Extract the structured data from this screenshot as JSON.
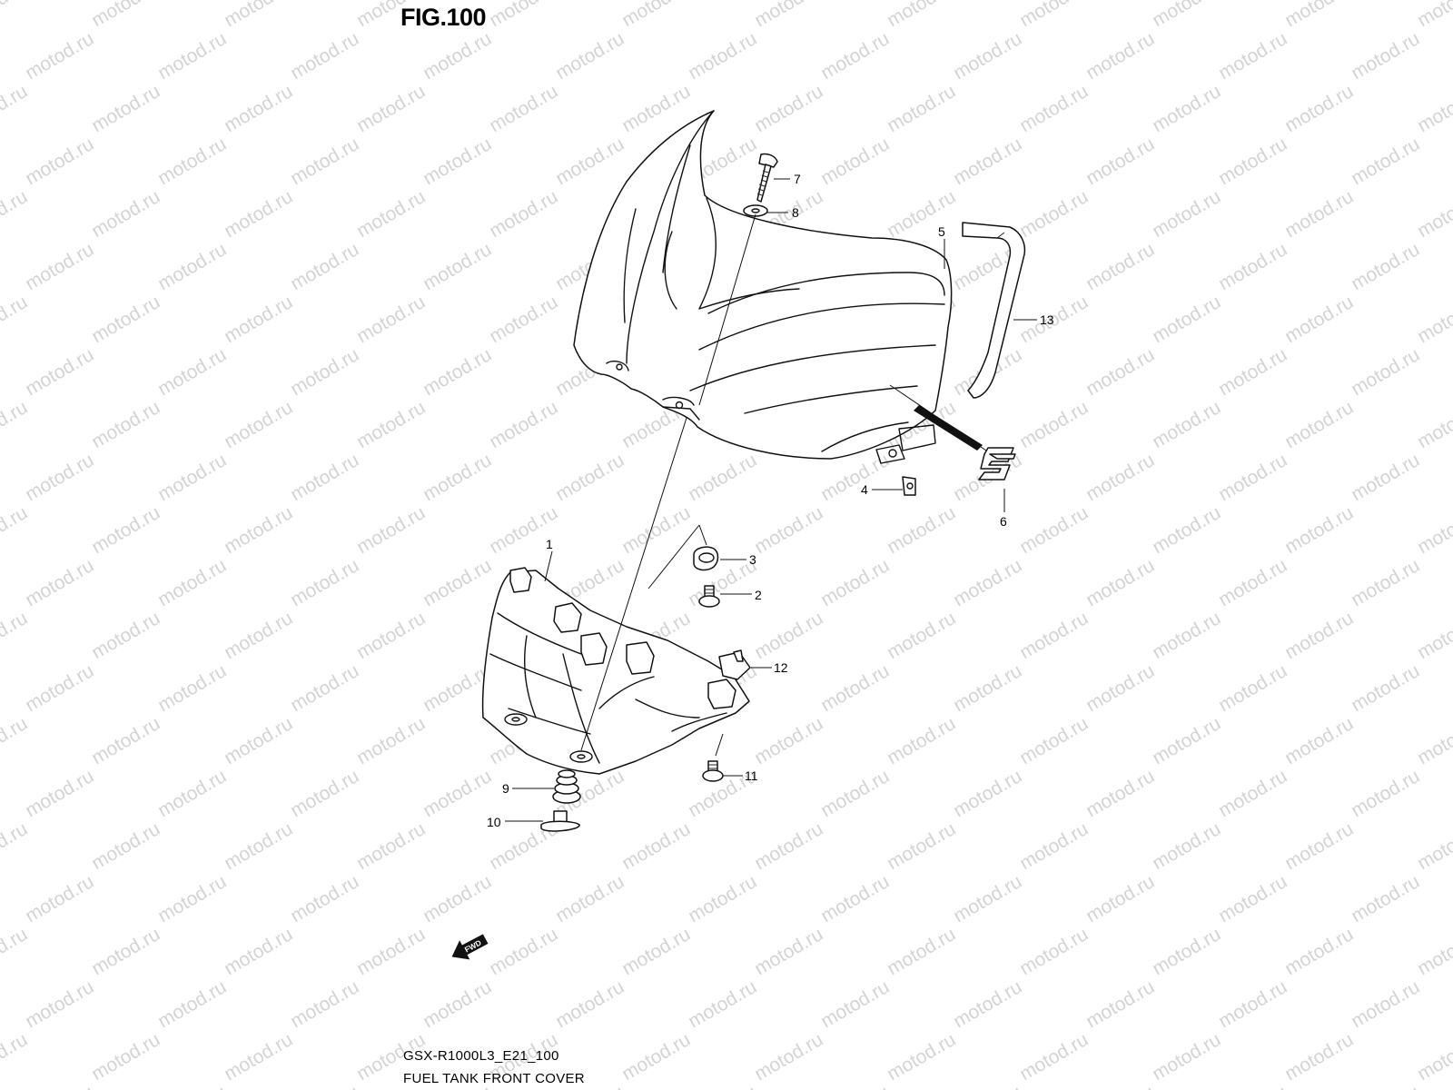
{
  "figure": {
    "title": "FIG.100",
    "model_code": "GSX-R1000L3_E21_100",
    "name": "FUEL TANK FRONT COVER",
    "watermark": "motod.ru",
    "fwd_label": "FWD"
  },
  "callouts": [
    {
      "id": "p1",
      "label": "1"
    },
    {
      "id": "p2",
      "label": "2"
    },
    {
      "id": "p3",
      "label": "3"
    },
    {
      "id": "p4",
      "label": "4"
    },
    {
      "id": "p5",
      "label": "5"
    },
    {
      "id": "p6",
      "label": "6"
    },
    {
      "id": "p7",
      "label": "7"
    },
    {
      "id": "p8",
      "label": "8"
    },
    {
      "id": "p9",
      "label": "9"
    },
    {
      "id": "p10",
      "label": "10"
    },
    {
      "id": "p11",
      "label": "11"
    },
    {
      "id": "p12",
      "label": "12"
    },
    {
      "id": "p13",
      "label": "13"
    }
  ]
}
